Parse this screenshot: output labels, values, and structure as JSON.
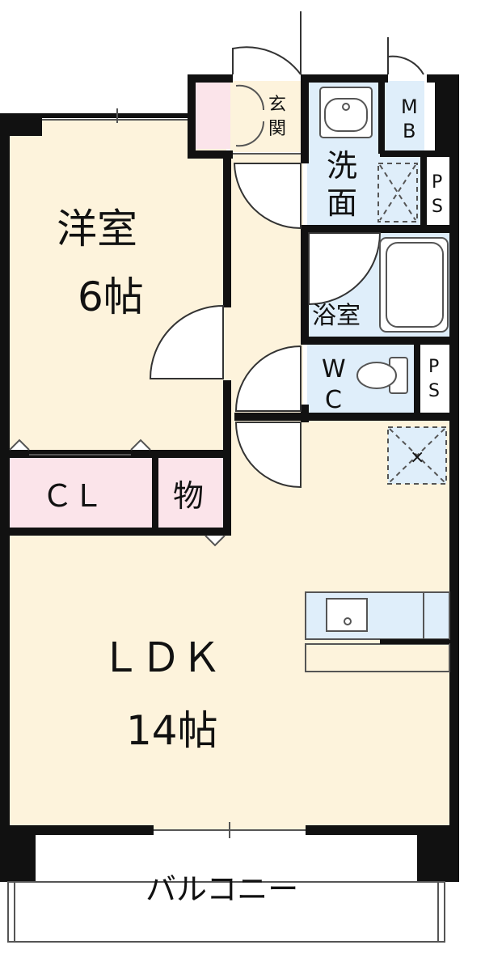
{
  "colors": {
    "wall": "#111111",
    "living_floor": "#fdf3dc",
    "wet_area": "#dfeefa",
    "storage": "#fbe4ea",
    "balcony": "#ffffff"
  },
  "rooms": {
    "western": {
      "name": "洋室",
      "size": "6帖"
    },
    "ldk": {
      "name": "ＬＤＫ",
      "size": "14帖"
    },
    "closet": "ＣＬ",
    "storage": "物",
    "entrance": [
      "玄",
      "関"
    ],
    "washroom": [
      "洗",
      "面"
    ],
    "bathroom": "浴室",
    "toilet": [
      "W",
      "C"
    ],
    "meter_box": [
      "M",
      "B"
    ],
    "pipe_space_top": [
      "P",
      "S"
    ],
    "pipe_space_bottom": [
      "P",
      "S"
    ],
    "balcony": "バルコニー",
    "fridge_mark": "×"
  },
  "icons": {
    "washbasin": "washbasin-icon",
    "bathtub": "bathtub-icon",
    "toilet": "toilet-icon",
    "sink": "kitchen-sink-icon",
    "washer": "washing-machine-space-icon",
    "fridge": "refrigerator-space-icon"
  }
}
